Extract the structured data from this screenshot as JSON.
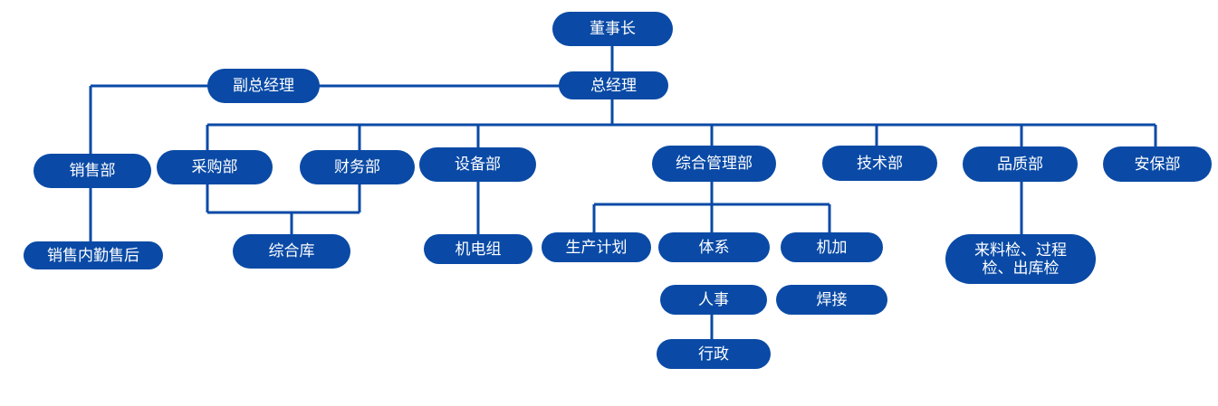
{
  "theme": {
    "node_color": "#0a4aa6",
    "line_color": "#0a4aa6",
    "text_color": "#ffffff"
  },
  "nodes": {
    "chairman": "董事长",
    "general_manager": "总经理",
    "deputy_gm": "副总经理",
    "sales": "销售部",
    "sales_office": "销售内勤售后",
    "purchasing": "采购部",
    "finance": "财务部",
    "warehouse": "综合库",
    "equipment": "设备部",
    "electromechanical": "机电组",
    "general_management": "综合管理部",
    "production_plan": "生产计划",
    "system": "体系",
    "personnel": "人事",
    "administration": "行政",
    "machining": "机加",
    "welding": "焊接",
    "technology": "技术部",
    "quality": "品质部",
    "inspection": "来料检、过程检、出库检",
    "security": "安保部"
  }
}
